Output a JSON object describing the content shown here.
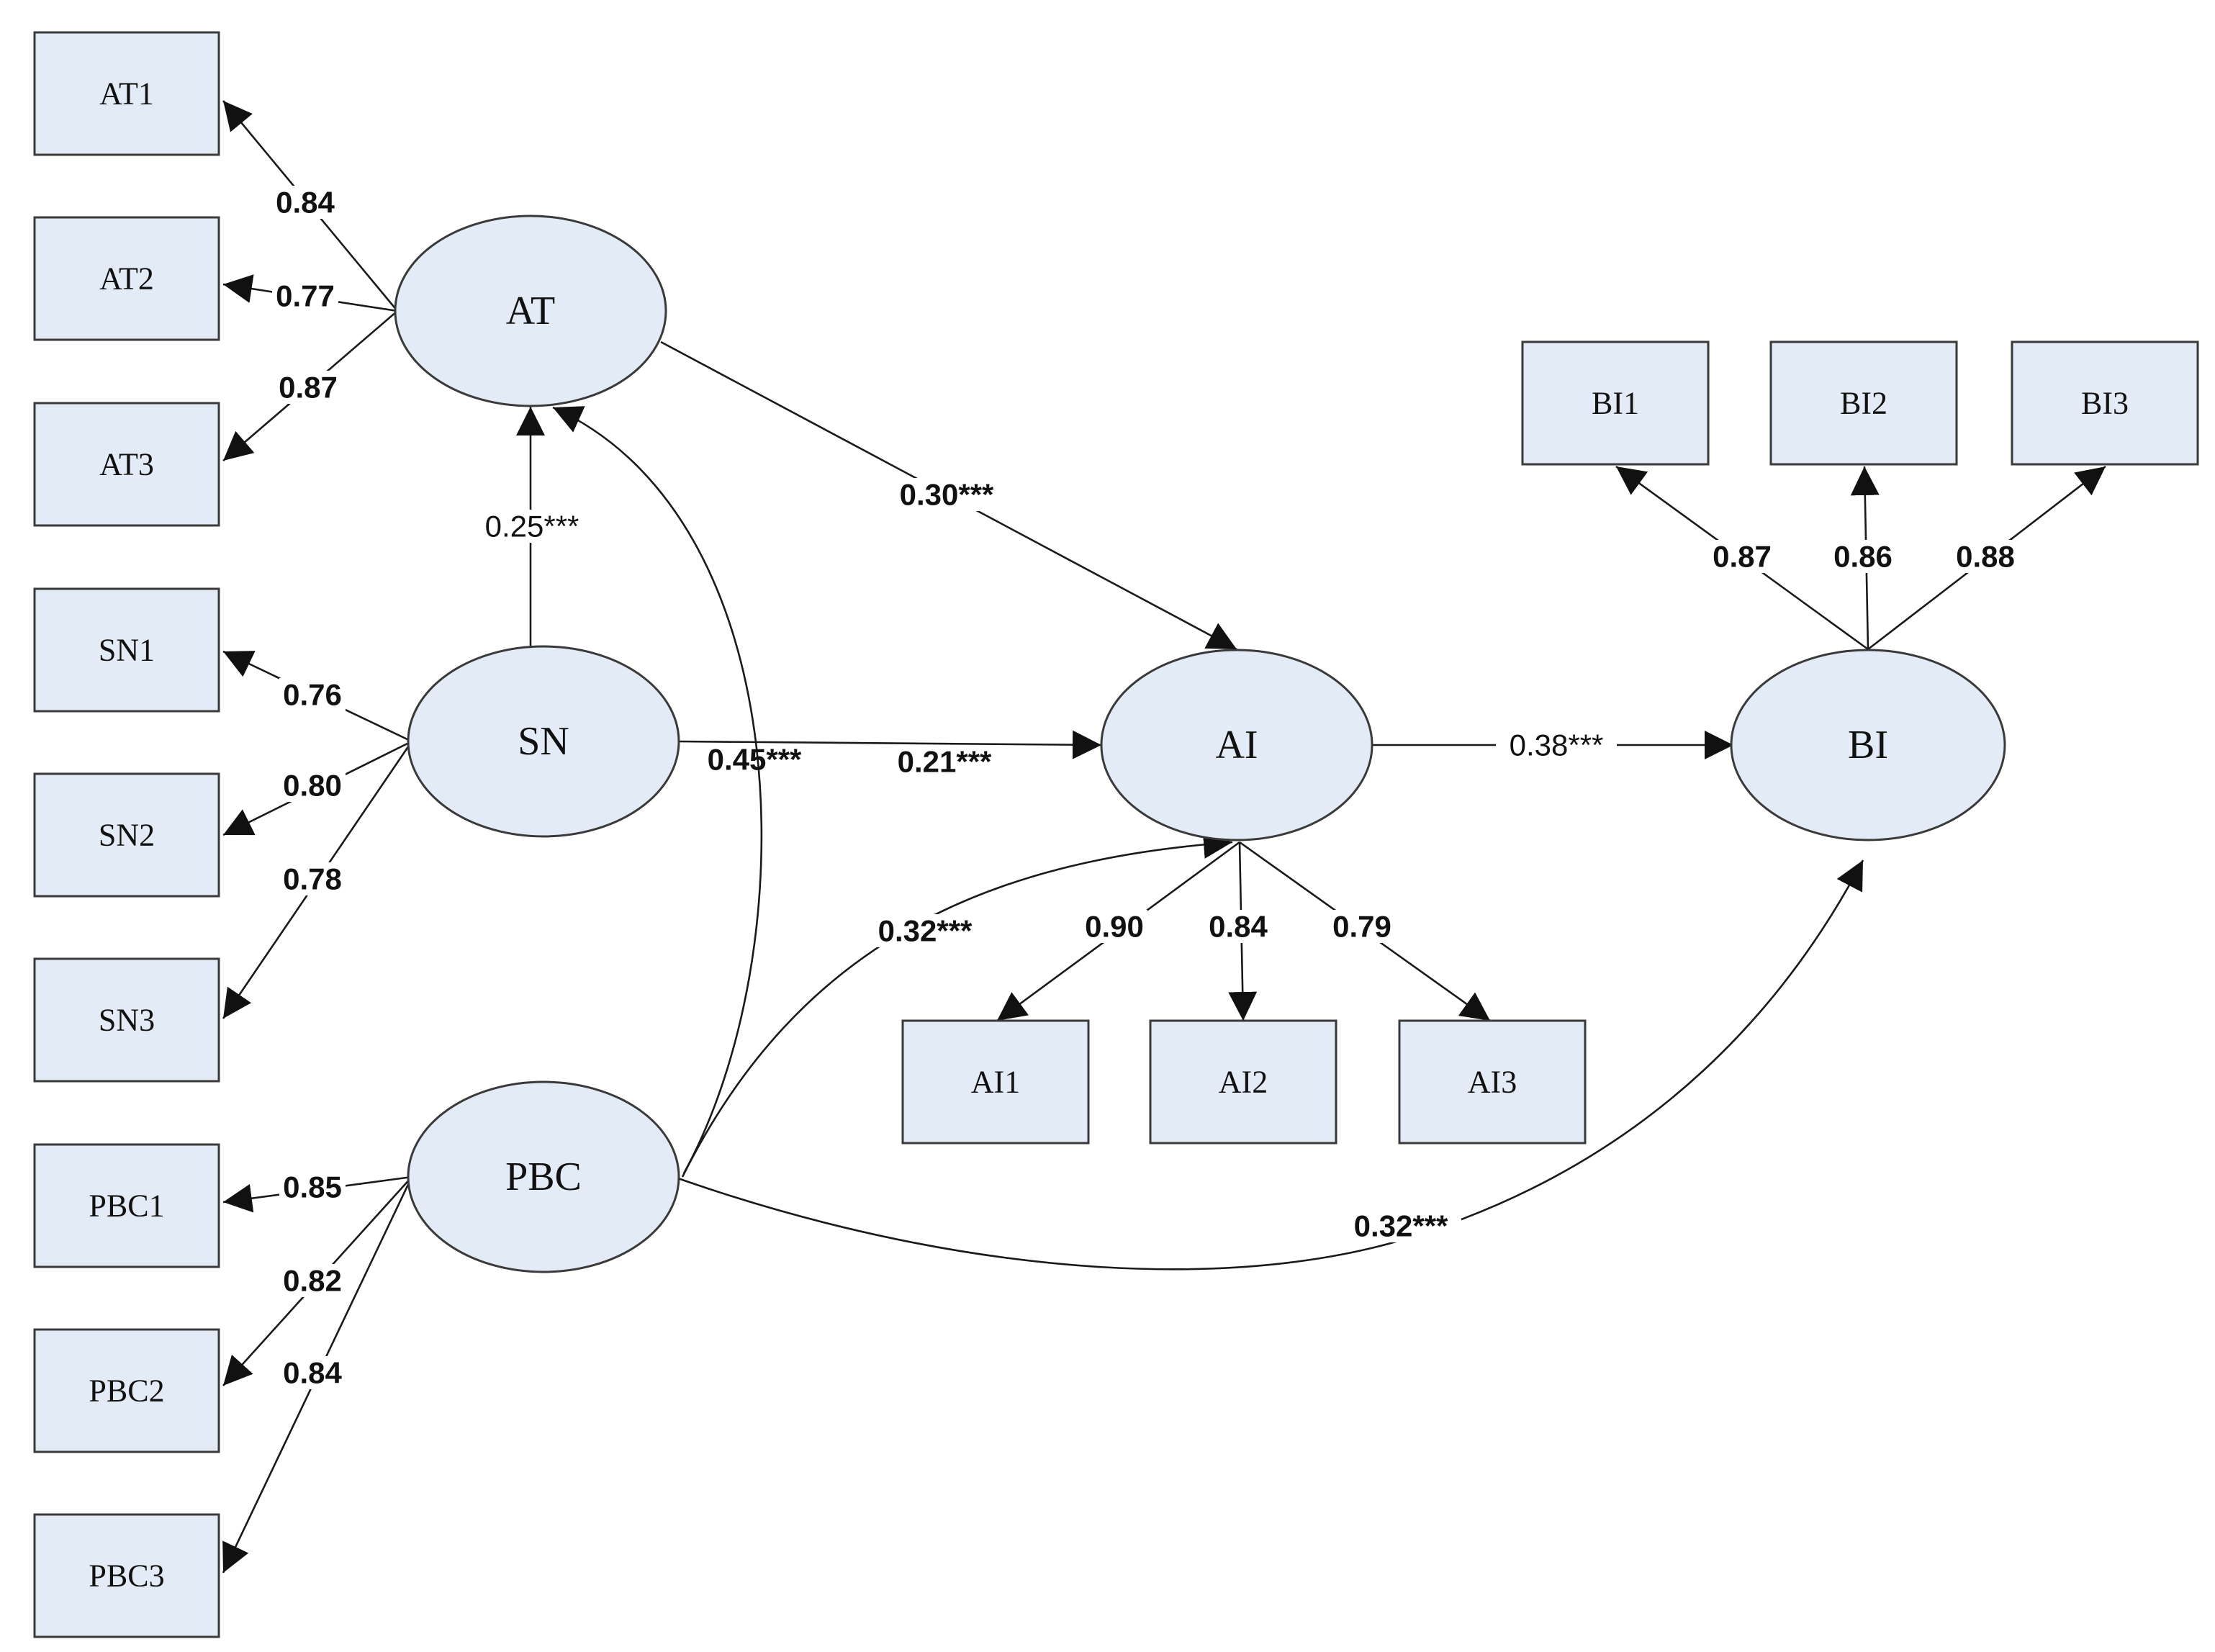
{
  "latent_nodes": [
    {
      "id": "AT",
      "label": "AT"
    },
    {
      "id": "SN",
      "label": "SN"
    },
    {
      "id": "PBC",
      "label": "PBC"
    },
    {
      "id": "AI",
      "label": "AI"
    },
    {
      "id": "BI",
      "label": "BI"
    }
  ],
  "observed_nodes": [
    {
      "id": "AT1",
      "label": "AT1"
    },
    {
      "id": "AT2",
      "label": "AT2"
    },
    {
      "id": "AT3",
      "label": "AT3"
    },
    {
      "id": "SN1",
      "label": "SN1"
    },
    {
      "id": "SN2",
      "label": "SN2"
    },
    {
      "id": "SN3",
      "label": "SN3"
    },
    {
      "id": "PBC1",
      "label": "PBC1"
    },
    {
      "id": "PBC2",
      "label": "PBC2"
    },
    {
      "id": "PBC3",
      "label": "PBC3"
    },
    {
      "id": "AI1",
      "label": "AI1"
    },
    {
      "id": "AI2",
      "label": "AI2"
    },
    {
      "id": "AI3",
      "label": "AI3"
    },
    {
      "id": "BI1",
      "label": "BI1"
    },
    {
      "id": "BI2",
      "label": "BI2"
    },
    {
      "id": "BI3",
      "label": "BI3"
    }
  ],
  "loadings": [
    {
      "from": "AT",
      "to": "AT1",
      "label": "0.84"
    },
    {
      "from": "AT",
      "to": "AT2",
      "label": "0.77"
    },
    {
      "from": "AT",
      "to": "AT3",
      "label": "0.87"
    },
    {
      "from": "SN",
      "to": "SN1",
      "label": "0.76"
    },
    {
      "from": "SN",
      "to": "SN2",
      "label": "0.80"
    },
    {
      "from": "SN",
      "to": "SN3",
      "label": "0.78"
    },
    {
      "from": "PBC",
      "to": "PBC1",
      "label": "0.85"
    },
    {
      "from": "PBC",
      "to": "PBC2",
      "label": "0.82"
    },
    {
      "from": "PBC",
      "to": "PBC3",
      "label": "0.84"
    },
    {
      "from": "AI",
      "to": "AI1",
      "label": "0.90"
    },
    {
      "from": "AI",
      "to": "AI2",
      "label": "0.84"
    },
    {
      "from": "AI",
      "to": "AI3",
      "label": "0.79"
    },
    {
      "from": "BI",
      "to": "BI1",
      "label": "0.87"
    },
    {
      "from": "BI",
      "to": "BI2",
      "label": "0.86"
    },
    {
      "from": "BI",
      "to": "BI3",
      "label": "0.88"
    }
  ],
  "paths": [
    {
      "from": "SN",
      "to": "AT",
      "label": "0.25***"
    },
    {
      "from": "AT",
      "to": "AI",
      "label": "0.30***"
    },
    {
      "from": "SN",
      "to": "AI",
      "label": "0.21***"
    },
    {
      "from": "PBC",
      "to": "AT",
      "label": "0.45***"
    },
    {
      "from": "PBC",
      "to": "AI",
      "label": "0.32***"
    },
    {
      "from": "AI",
      "to": "BI",
      "label": "0.38***"
    },
    {
      "from": "PBC",
      "to": "BI",
      "label": "0.32***"
    }
  ],
  "colors": {
    "node_fill": "#e3ecf6",
    "stroke": "#1a1a1a"
  }
}
